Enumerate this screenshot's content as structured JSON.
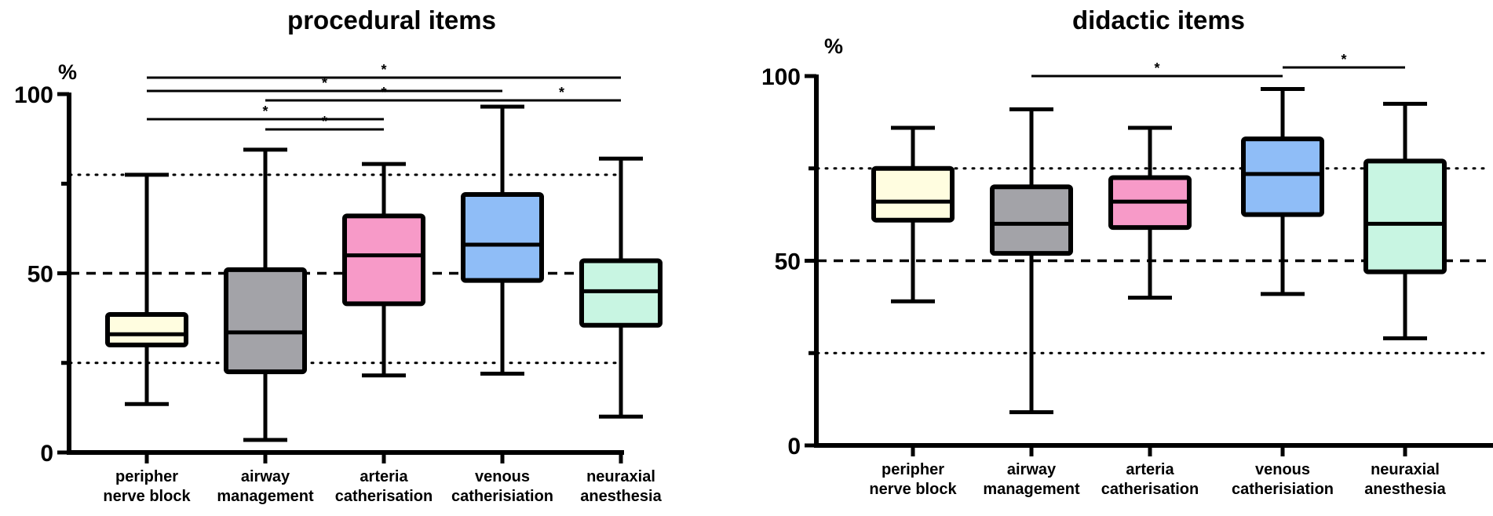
{
  "chart_data": [
    {
      "type": "boxplot",
      "title": "procedural items",
      "ylabel": "%",
      "ylim": [
        0,
        100
      ],
      "yticks": [
        "0",
        "50",
        "100"
      ],
      "categories": [
        [
          "peripher",
          "nerve block"
        ],
        [
          "airway",
          "management"
        ],
        [
          "arteria",
          "catherisation"
        ],
        [
          "venous",
          "catherisiation"
        ],
        [
          "neuraxial",
          "anesthesia"
        ]
      ],
      "colors": [
        "#fffde0",
        "#a3a3a8",
        "#f79ac8",
        "#8fbdf7",
        "#c8f5e2"
      ],
      "boxes": [
        {
          "min": 13.5,
          "q1": 30,
          "median": 33,
          "q3": 38.5,
          "max": 77.5
        },
        {
          "min": 3.5,
          "q1": 22.5,
          "median": 33.5,
          "q3": 51,
          "max": 84.5
        },
        {
          "min": 21.5,
          "q1": 41.5,
          "median": 55,
          "q3": 66,
          "max": 80.5
        },
        {
          "min": 22,
          "q1": 48,
          "median": 58,
          "q3": 72,
          "max": 96.5
        },
        {
          "min": 10,
          "q1": 35.5,
          "median": 45,
          "q3": 53.5,
          "max": 82
        }
      ],
      "reference_lines": [
        {
          "y": 77.5,
          "style": "dotted"
        },
        {
          "y": 50,
          "style": "dashed"
        },
        {
          "y": 25,
          "style": "dotted"
        }
      ],
      "significance": [
        {
          "from": 0,
          "to": 4,
          "label": "*"
        },
        {
          "from": 0,
          "to": 3,
          "label": "*"
        },
        {
          "from": 1,
          "to": 3,
          "label": "*"
        },
        {
          "from": 3,
          "to": 4,
          "label": "*"
        },
        {
          "from": 0,
          "to": 2,
          "label": "*"
        },
        {
          "from": 1,
          "to": 2,
          "label": "*"
        }
      ]
    },
    {
      "type": "boxplot",
      "title": "didactic items",
      "ylabel": "%",
      "ylim": [
        0,
        100
      ],
      "yticks": [
        "0",
        "50",
        "100"
      ],
      "categories": [
        [
          "peripher",
          "nerve block"
        ],
        [
          "airway",
          "management"
        ],
        [
          "arteria",
          "catherisation"
        ],
        [
          "venous",
          "catherisiation"
        ],
        [
          "neuraxial",
          "anesthesia"
        ]
      ],
      "colors": [
        "#fffde0",
        "#a3a3a8",
        "#f79ac8",
        "#8fbdf7",
        "#c8f5e2"
      ],
      "boxes": [
        {
          "min": 39,
          "q1": 61,
          "median": 66,
          "q3": 75,
          "max": 86
        },
        {
          "min": 9,
          "q1": 52,
          "median": 60,
          "q3": 70,
          "max": 91
        },
        {
          "min": 40,
          "q1": 59,
          "median": 66,
          "q3": 72.5,
          "max": 86
        },
        {
          "min": 41,
          "q1": 62.5,
          "median": 73.5,
          "q3": 83,
          "max": 96.5
        },
        {
          "min": 29,
          "q1": 47,
          "median": 60,
          "q3": 77,
          "max": 92.5
        }
      ],
      "reference_lines": [
        {
          "y": 75,
          "style": "dotted"
        },
        {
          "y": 50,
          "style": "dashed"
        },
        {
          "y": 25,
          "style": "dotted"
        }
      ],
      "significance": [
        {
          "from": 1,
          "to": 3,
          "label": "*"
        },
        {
          "from": 3,
          "to": 4,
          "label": "*"
        }
      ]
    }
  ]
}
